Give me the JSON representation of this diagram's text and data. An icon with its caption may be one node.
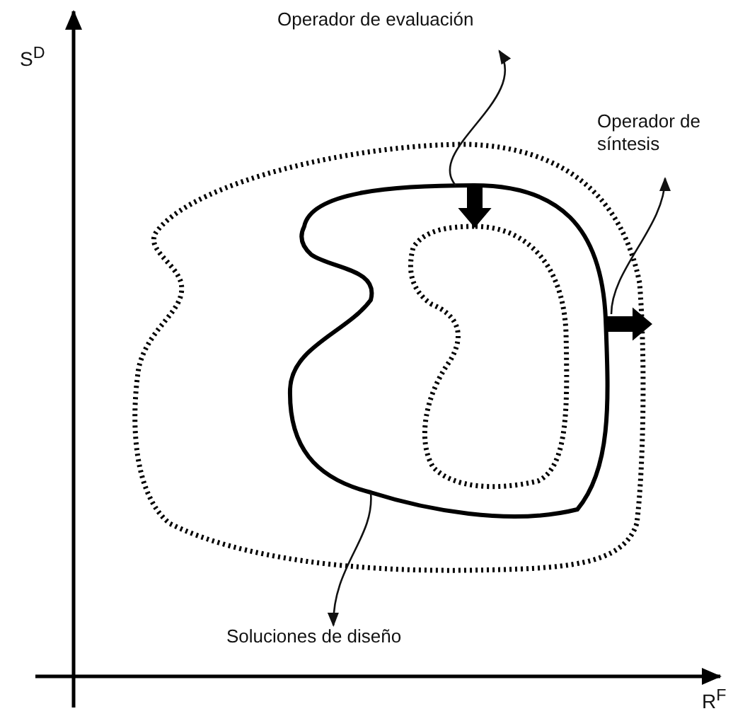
{
  "diagram": {
    "nodes": [
      {
        "text": [
          "Operador de evaluación"
        ]
      },
      {
        "text": [
          "Operador de síntesis"
        ]
      },
      {
        "text": [
          "Soluciones de diseño"
        ]
      },
      {
        "text": [],
        "shape": "arrow",
        "in": 5
      },
      {
        "text": [],
        "shape": "arrow",
        "in": 6
      },
      {
        "text": [],
        "shape": "outline",
        "in": 6
      },
      {
        "text": [],
        "shape": "outline"
      },
      {
        "text": [],
        "shape": "outline",
        "in": 5
      }
    ],
    "edges": [
      {
        "from": 3,
        "to": 0,
        "arrow": "to"
      },
      {
        "from": 4,
        "to": 1,
        "arrow": "to"
      },
      {
        "from": 5,
        "to": 2,
        "arrow": "to"
      },
      {
        "from": 5,
        "to": 7,
        "arrow": "to",
        "style": "thick"
      },
      {
        "from": 5,
        "to": 6,
        "arrow": "to",
        "style": "thick"
      }
    ],
    "labels": [
      "S$^{D}$",
      "R$^{F}$"
    ]
  }
}
